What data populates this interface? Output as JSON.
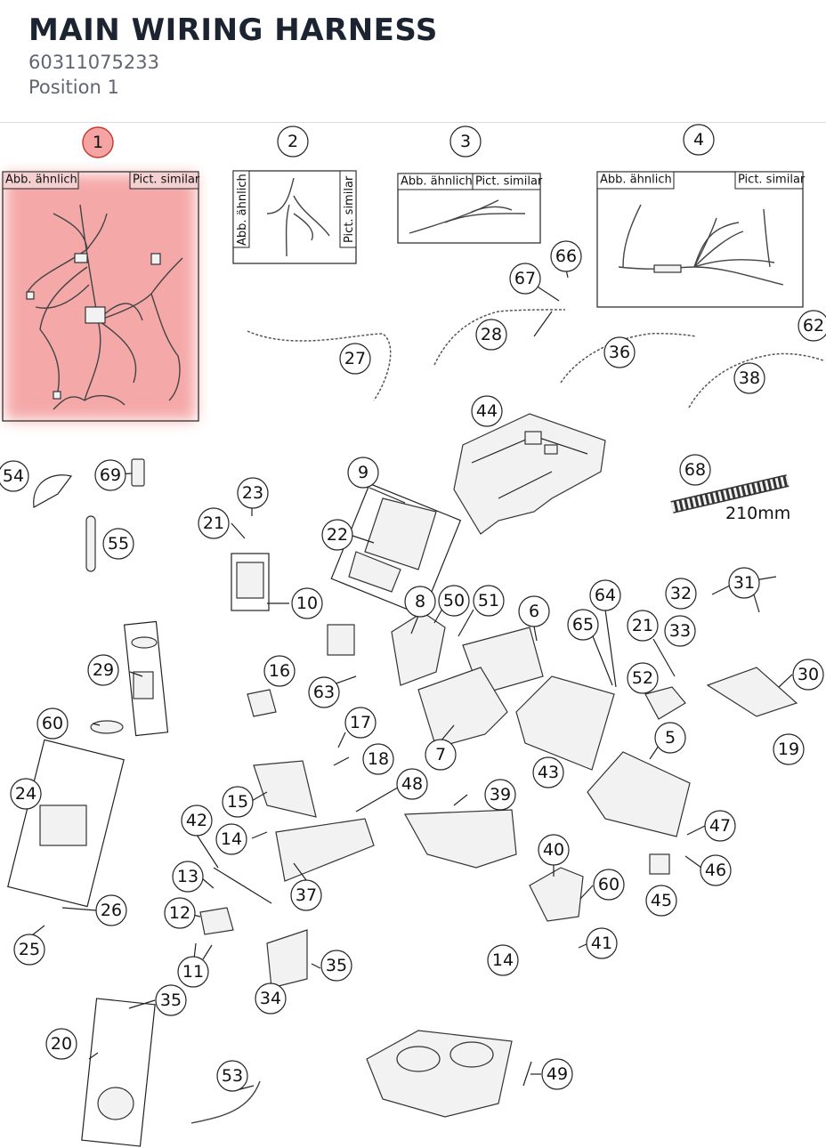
{
  "header": {
    "title": "MAIN WIRING HARNESS",
    "part_number": "60311075233",
    "position": "Position 1"
  },
  "colors": {
    "highlight": "#f28b8b",
    "text": "#1c2331",
    "muted": "#5f6672"
  },
  "box_tags": {
    "similar_de": "Abb. ähnlich",
    "similar_en": "Pict. similar"
  },
  "dimension_label": "210mm",
  "callouts": {
    "c1": "1",
    "c2": "2",
    "c3": "3",
    "c4": "4",
    "c5": "5",
    "c6": "6",
    "c7": "7",
    "c8": "8",
    "c9": "9",
    "c10": "10",
    "c11": "11",
    "c12": "12",
    "c13": "13",
    "c14a": "14",
    "c14b": "14",
    "c15": "15",
    "c16": "16",
    "c17": "17",
    "c18": "18",
    "c19": "19",
    "c20": "20",
    "c21a": "21",
    "c21b": "21",
    "c22": "22",
    "c23": "23",
    "c24": "24",
    "c25": "25",
    "c26": "26",
    "c27": "27",
    "c28": "28",
    "c29": "29",
    "c30": "30",
    "c31": "31",
    "c32": "32",
    "c33": "33",
    "c34": "34",
    "c35a": "35",
    "c35b": "35",
    "c36": "36",
    "c37": "37",
    "c38": "38",
    "c39": "39",
    "c40": "40",
    "c41": "41",
    "c42": "42",
    "c43": "43",
    "c44": "44",
    "c45": "45",
    "c46": "46",
    "c47": "47",
    "c48": "48",
    "c49": "49",
    "c50": "50",
    "c51": "51",
    "c52": "52",
    "c53": "53",
    "c54": "54",
    "c55": "55",
    "c60a": "60",
    "c60b": "60",
    "c62": "62",
    "c63": "63",
    "c64": "64",
    "c65": "65",
    "c66": "66",
    "c67": "67",
    "c68": "68",
    "c69": "69"
  }
}
